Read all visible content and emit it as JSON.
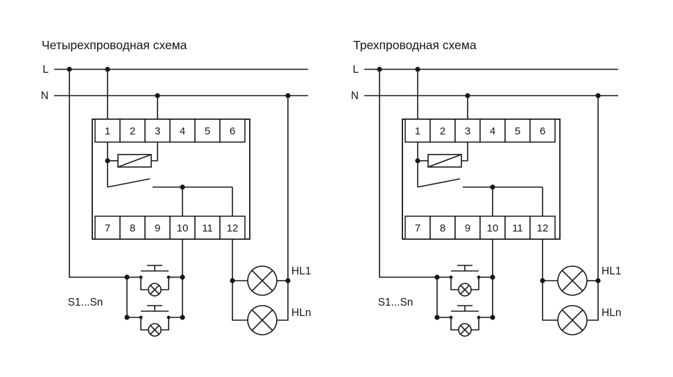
{
  "diagrams": {
    "left": {
      "title": "Четырехпроводная схема"
    },
    "right": {
      "title": "Трехпроводная схема"
    }
  },
  "shared": {
    "phase_label": "L",
    "neutral_label": "N",
    "switches_label": "S1...Sn",
    "lamp_first_label": "HL1",
    "lamp_last_label": "HLn",
    "terminals_top": [
      "1",
      "2",
      "3",
      "4",
      "5",
      "6"
    ],
    "terminals_bottom": [
      "7",
      "8",
      "9",
      "10",
      "11",
      "12"
    ]
  },
  "colors": {
    "ink": "#161616",
    "background": "#ffffff"
  }
}
